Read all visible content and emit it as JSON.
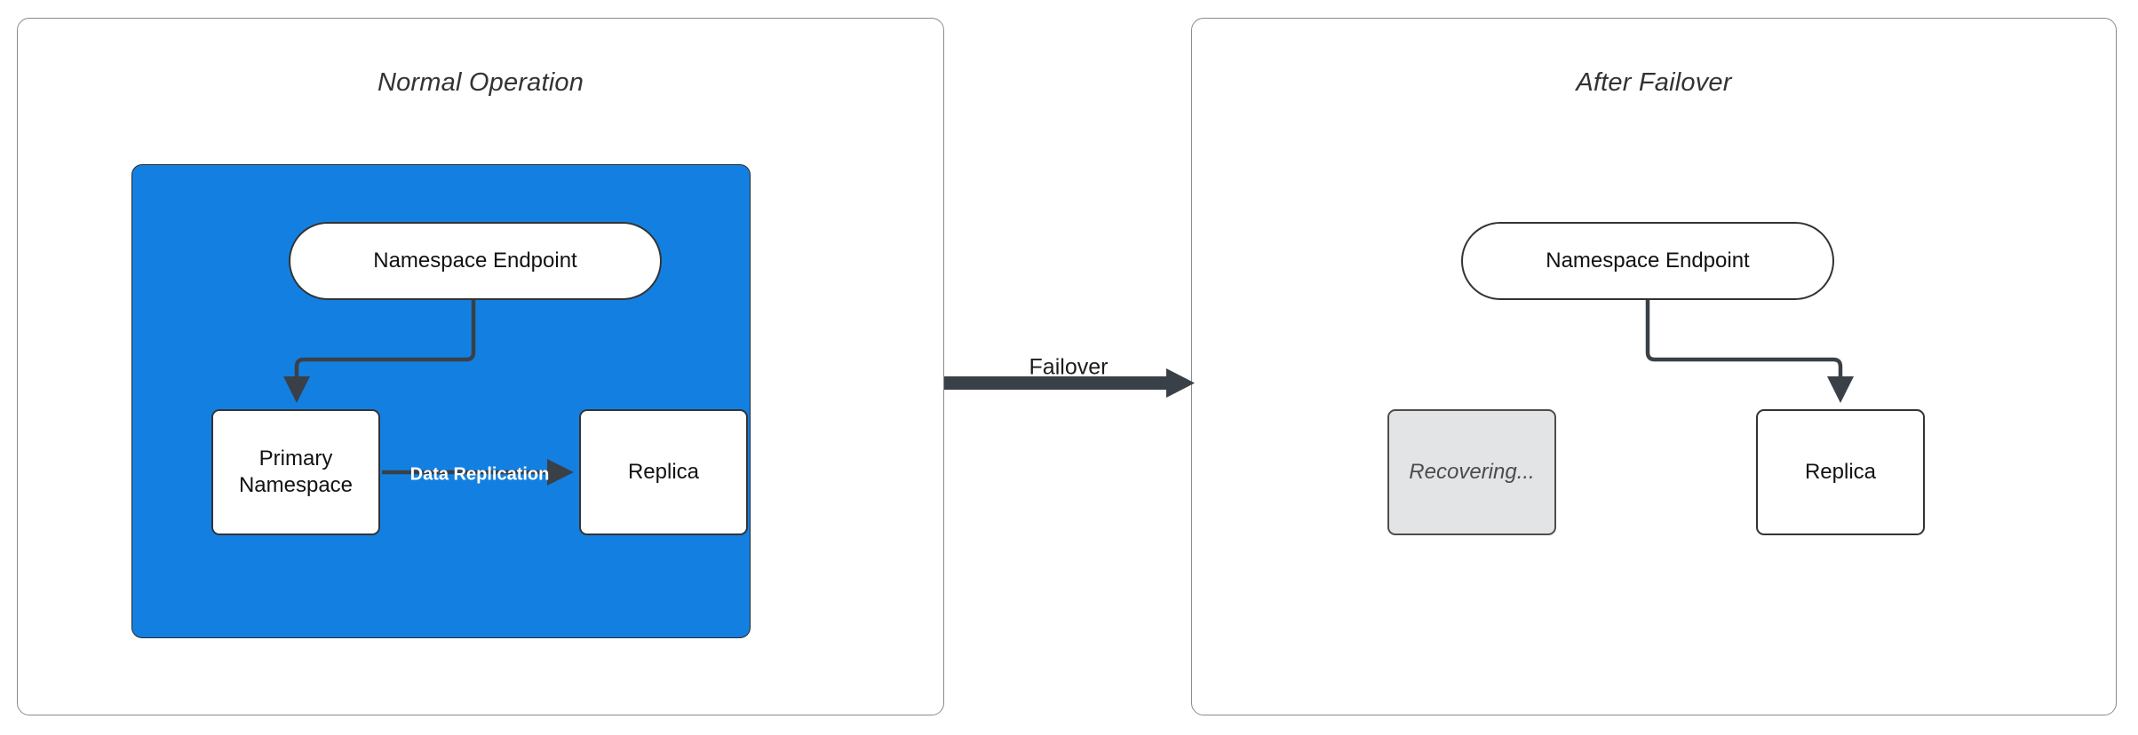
{
  "diagram": {
    "title_left": "Normal Operation",
    "title_right": "After Failover",
    "colors": {
      "cluster_blue": "#1380e1",
      "node_white": "#ffffff",
      "node_disabled_gray": "#e2e4e6",
      "stroke_dark": "#333333",
      "label_white": "#ffffff",
      "panel_border": "#8a8a8a"
    }
  },
  "panels": [
    {
      "id": "normal",
      "title": "Normal Operation",
      "nodes": [
        {
          "id": "endpoint-left",
          "label": "Namespace Endpoint",
          "shape": "pill",
          "state": "active"
        },
        {
          "id": "primary",
          "label": "Primary\nNamespace",
          "shape": "rect",
          "state": "active"
        },
        {
          "id": "replica-left",
          "label": "Replica",
          "shape": "rect",
          "state": "active"
        }
      ],
      "edges": [
        {
          "from": "endpoint-left",
          "to": "primary",
          "label": ""
        },
        {
          "from": "primary",
          "to": "replica-left",
          "label": "Data Replication"
        }
      ]
    },
    {
      "id": "failover",
      "title": "After Failover",
      "nodes": [
        {
          "id": "endpoint-right",
          "label": "Namespace Endpoint",
          "shape": "pill",
          "state": "active"
        },
        {
          "id": "recovering",
          "label": "Recovering...",
          "shape": "rect",
          "state": "disabled"
        },
        {
          "id": "replica-right",
          "label": "Replica",
          "shape": "rect",
          "state": "active"
        }
      ],
      "edges": [
        {
          "from": "endpoint-right",
          "to": "replica-right",
          "label": ""
        }
      ]
    }
  ],
  "transition": {
    "label": "Failover",
    "from_panel": "normal",
    "to_panel": "failover"
  },
  "node_labels": {
    "namespace_endpoint": "Namespace Endpoint",
    "primary_namespace_line1": "Primary",
    "primary_namespace_line2": "Namespace",
    "replica": "Replica",
    "recovering": "Recovering..."
  },
  "edge_labels": {
    "data_replication": "Data Replication",
    "failover": "Failover"
  }
}
